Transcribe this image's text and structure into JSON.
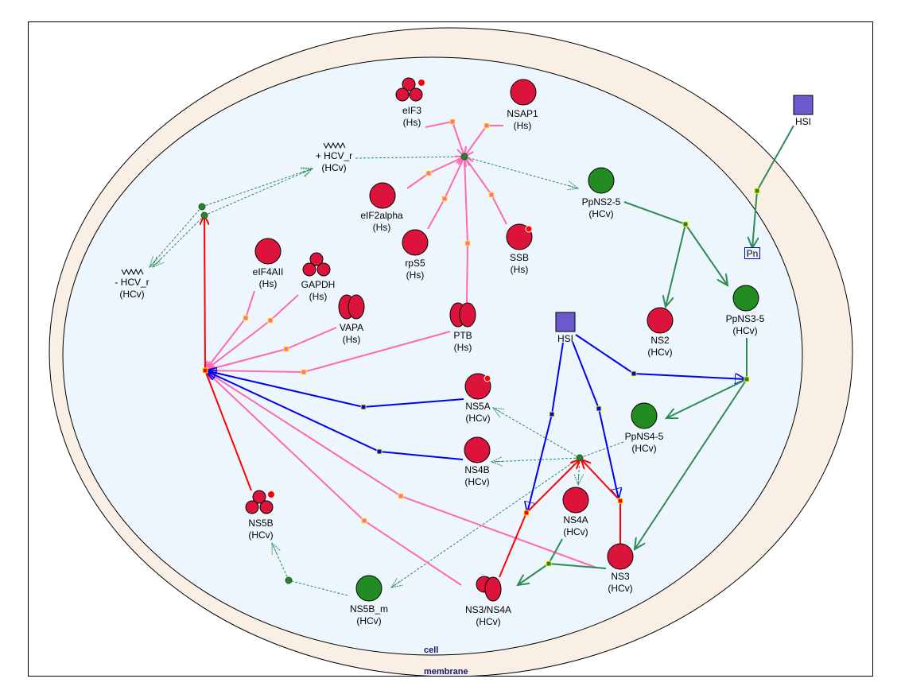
{
  "diagram": {
    "type": "pathway-map",
    "compartments": [
      {
        "id": "cell",
        "label": "cell",
        "fill": "#eef6fd"
      },
      {
        "id": "membrane",
        "label": "membrane",
        "fill": "#f9efe5"
      }
    ],
    "colors": {
      "protein_hs": "#dc143c",
      "protein_green": "#228b22",
      "small_molecule": "#6a5acd",
      "pink_edge": "#ff69b4",
      "red_edge": "#ff0000",
      "blue_edge": "#0000ee",
      "green_edge": "#2e8b57",
      "dashed_edge": "#2e8b57",
      "node_dot": "#2e7d32",
      "modifier_site": "#ff0000",
      "phosphate_box": "#0000cc"
    },
    "nodes": [
      {
        "id": "eIF3",
        "name": "eIF3",
        "org": "(Hs)",
        "shape": "trimer",
        "color": "red",
        "site": true
      },
      {
        "id": "NSAP1",
        "name": "NSAP1",
        "org": "(Hs)",
        "shape": "circle",
        "color": "red"
      },
      {
        "id": "HCV_r_plus",
        "name": "+ HCV_r",
        "org": "(HCv)",
        "shape": "rna"
      },
      {
        "id": "HCV_r_minus",
        "name": "- HCV_r",
        "org": "(HCv)",
        "shape": "rna"
      },
      {
        "id": "eIF2alpha",
        "name": "eIF2alpha",
        "org": "(Hs)",
        "shape": "circle",
        "color": "red"
      },
      {
        "id": "rpS5",
        "name": "rpS5",
        "org": "(Hs)",
        "shape": "circle",
        "color": "red"
      },
      {
        "id": "SSB",
        "name": "SSB",
        "org": "(Hs)",
        "shape": "circle",
        "color": "red",
        "site": true
      },
      {
        "id": "PpNS2_5",
        "name": "PpNS2-5",
        "org": "(HCv)",
        "shape": "circle",
        "color": "green"
      },
      {
        "id": "HSI_top",
        "name": "HSI",
        "org": "",
        "shape": "square"
      },
      {
        "id": "Pn",
        "name": "Pn",
        "org": "",
        "shape": "box"
      },
      {
        "id": "eIF4AII",
        "name": "eIF4AII",
        "org": "(Hs)",
        "shape": "circle",
        "color": "red"
      },
      {
        "id": "GAPDH",
        "name": "GAPDH",
        "org": "(Hs)",
        "shape": "trimer",
        "color": "red"
      },
      {
        "id": "VAPA",
        "name": "VAPA",
        "org": "(Hs)",
        "shape": "dimer",
        "color": "red"
      },
      {
        "id": "PTB",
        "name": "PTB",
        "org": "(Hs)",
        "shape": "dimer",
        "color": "red"
      },
      {
        "id": "HSI_mid",
        "name": "HSI",
        "org": "",
        "shape": "square"
      },
      {
        "id": "NS2",
        "name": "NS2",
        "org": "(HCv)",
        "shape": "circle",
        "color": "red"
      },
      {
        "id": "PpNS3_5",
        "name": "PpNS3-5",
        "org": "(HCv)",
        "shape": "circle",
        "color": "green"
      },
      {
        "id": "NS5A",
        "name": "NS5A",
        "org": "(HCv)",
        "shape": "circle",
        "color": "red",
        "site": true
      },
      {
        "id": "PpNS4_5",
        "name": "PpNS4-5",
        "org": "(HCv)",
        "shape": "circle",
        "color": "green"
      },
      {
        "id": "NS4B",
        "name": "NS4B",
        "org": "(HCv)",
        "shape": "circle",
        "color": "red"
      },
      {
        "id": "NS4A",
        "name": "NS4A",
        "org": "(HCv)",
        "shape": "circle",
        "color": "red"
      },
      {
        "id": "NS5B",
        "name": "NS5B",
        "org": "(HCv)",
        "shape": "trimer",
        "color": "red",
        "site": true
      },
      {
        "id": "NS3",
        "name": "NS3",
        "org": "(HCv)",
        "shape": "circle",
        "color": "red"
      },
      {
        "id": "NS5B_m",
        "name": "NS5B_m",
        "org": "(HCv)",
        "shape": "circle",
        "color": "green"
      },
      {
        "id": "NS3_NS4A",
        "name": "NS3/NS4A",
        "org": "(HCv)",
        "shape": "dimer",
        "color": "red"
      }
    ],
    "edges": [
      {
        "from": "eIF3",
        "to": "hub_translation",
        "type": "pink"
      },
      {
        "from": "NSAP1",
        "to": "hub_translation",
        "type": "pink"
      },
      {
        "from": "eIF2alpha",
        "to": "hub_translation",
        "type": "pink"
      },
      {
        "from": "rpS5",
        "to": "hub_translation",
        "type": "pink"
      },
      {
        "from": "PTB",
        "to": "hub_translation",
        "type": "pink"
      },
      {
        "from": "SSB",
        "to": "hub_translation",
        "type": "pink"
      },
      {
        "from": "HCV_r_plus",
        "to": "PpNS2_5",
        "type": "dashed"
      },
      {
        "from": "PpNS2_5",
        "to": "NS2",
        "type": "green"
      },
      {
        "from": "PpNS2_5",
        "to": "PpNS3_5",
        "type": "green"
      },
      {
        "from": "HSI_top",
        "to": "Pn",
        "type": "green"
      },
      {
        "from": "PpNS3_5",
        "to": "PpNS4_5",
        "type": "green"
      },
      {
        "from": "PpNS3_5",
        "to": "NS3",
        "type": "green"
      },
      {
        "from": "HSI_mid",
        "to": "PpNS3_5",
        "type": "blue"
      },
      {
        "from": "HSI_mid",
        "to": "NS3_NS4A",
        "type": "blue"
      },
      {
        "from": "HSI_mid",
        "to": "NS3",
        "type": "blue"
      },
      {
        "from": "NS5A",
        "to": "hub_replication",
        "type": "blue"
      },
      {
        "from": "NS4B",
        "to": "hub_replication",
        "type": "blue"
      },
      {
        "from": "eIF4AII",
        "to": "hub_replication",
        "type": "pink"
      },
      {
        "from": "GAPDH",
        "to": "hub_replication",
        "type": "pink"
      },
      {
        "from": "VAPA",
        "to": "hub_replication",
        "type": "pink"
      },
      {
        "from": "PTB",
        "to": "hub_replication",
        "type": "pink"
      },
      {
        "from": "NS3",
        "to": "hub_replication",
        "type": "pink"
      },
      {
        "from": "NS3_NS4A",
        "to": "hub_replication",
        "type": "pink"
      },
      {
        "from": "NS5B",
        "to": "hub_replication",
        "type": "red"
      },
      {
        "from": "hub_replication",
        "to": "HCV_r_minus",
        "type": "red"
      },
      {
        "from": "PpNS4_5",
        "to": "NS5A",
        "type": "dashed"
      },
      {
        "from": "PpNS4_5",
        "to": "NS4B",
        "type": "dashed"
      },
      {
        "from": "PpNS4_5",
        "to": "NS4A",
        "type": "dashed"
      },
      {
        "from": "PpNS4_5",
        "to": "NS5B_m",
        "type": "dashed"
      },
      {
        "from": "NS3_NS4A",
        "to": "PpNS4_5",
        "type": "red"
      },
      {
        "from": "NS3",
        "to": "PpNS4_5",
        "type": "red"
      },
      {
        "from": "NS4A",
        "to": "NS3_NS4A",
        "type": "green"
      },
      {
        "from": "NS3",
        "to": "NS3_NS4A",
        "type": "green"
      },
      {
        "from": "NS5B_m",
        "to": "NS5B",
        "type": "dashed"
      },
      {
        "from": "HCV_r_minus",
        "to": "HCV_r_plus",
        "type": "dashed"
      }
    ]
  }
}
